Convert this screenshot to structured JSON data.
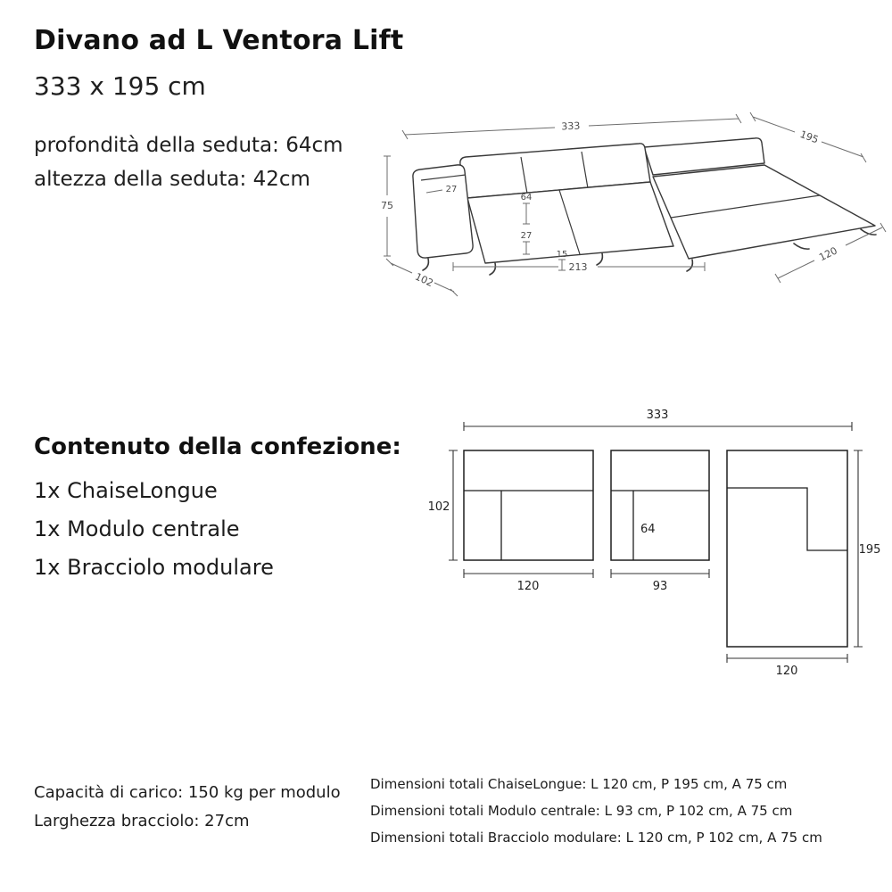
{
  "header": {
    "title": "Divano ad L Ventora Lift",
    "size": "333 x 195 cm",
    "seat_depth": "profondità della seduta: 64cm",
    "seat_height": "altezza della seduta: 42cm"
  },
  "package": {
    "heading": "Contenuto della confezione:",
    "items": [
      {
        "label": "1x ChaiseLongue"
      },
      {
        "label": "1x Modulo centrale"
      },
      {
        "label": "1x Bracciolo modulare"
      }
    ]
  },
  "perspective": {
    "total_width": "333",
    "total_depth": "195",
    "height": "75",
    "armrest_top": "27",
    "seat_depth": "64",
    "seat_cushion": "27",
    "leg_height": "15",
    "seat_width": "213",
    "module_depth": "102",
    "chaise_width": "120"
  },
  "topview": {
    "total_width": "333",
    "module_depth": "102",
    "left_width": "120",
    "center_width": "93",
    "center_seat_depth": "64",
    "chaise_depth": "195",
    "chaise_width": "120"
  },
  "footer": {
    "capacity": "Capacità di carico: 150 kg per modulo",
    "armrest": "Larghezza bracciolo: 27cm",
    "totals": [
      {
        "text": "Dimensioni totali ChaiseLongue: L 120 cm, P 195 cm, A 75 cm"
      },
      {
        "text": "Dimensioni totali Modulo centrale: L 93 cm, P 102 cm, A 75 cm"
      },
      {
        "text": "Dimensioni totali Bracciolo modulare: L 120 cm, P 102 cm, A 75 cm"
      }
    ]
  }
}
